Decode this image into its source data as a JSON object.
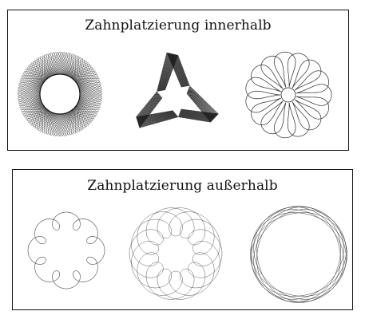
{
  "panels": [
    {
      "title": "Zahnplatzierung innerhalb",
      "figures": [
        "sunburst",
        "triangle-loop",
        "petal-star"
      ]
    },
    {
      "title": "Zahnplatzierung außerhalb",
      "figures": [
        "epicycloid-loops",
        "ring-loops",
        "thick-ring"
      ]
    }
  ],
  "colors": {
    "stroke": "#111111",
    "border": "#111111",
    "background": "#ffffff"
  }
}
